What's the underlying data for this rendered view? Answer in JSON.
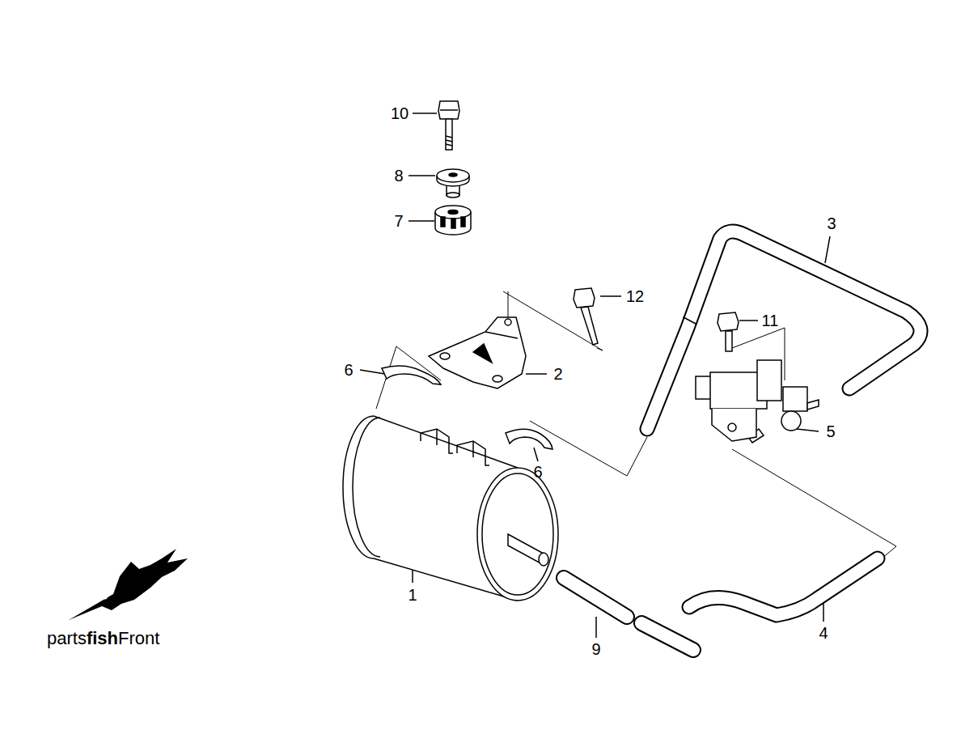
{
  "diagram": {
    "labels": [
      "10",
      "8",
      "7",
      "3",
      "12",
      "11",
      "6",
      "2",
      "5",
      "6",
      "1",
      "9",
      "4",
      "parts",
      "fish",
      "Front"
    ]
  }
}
